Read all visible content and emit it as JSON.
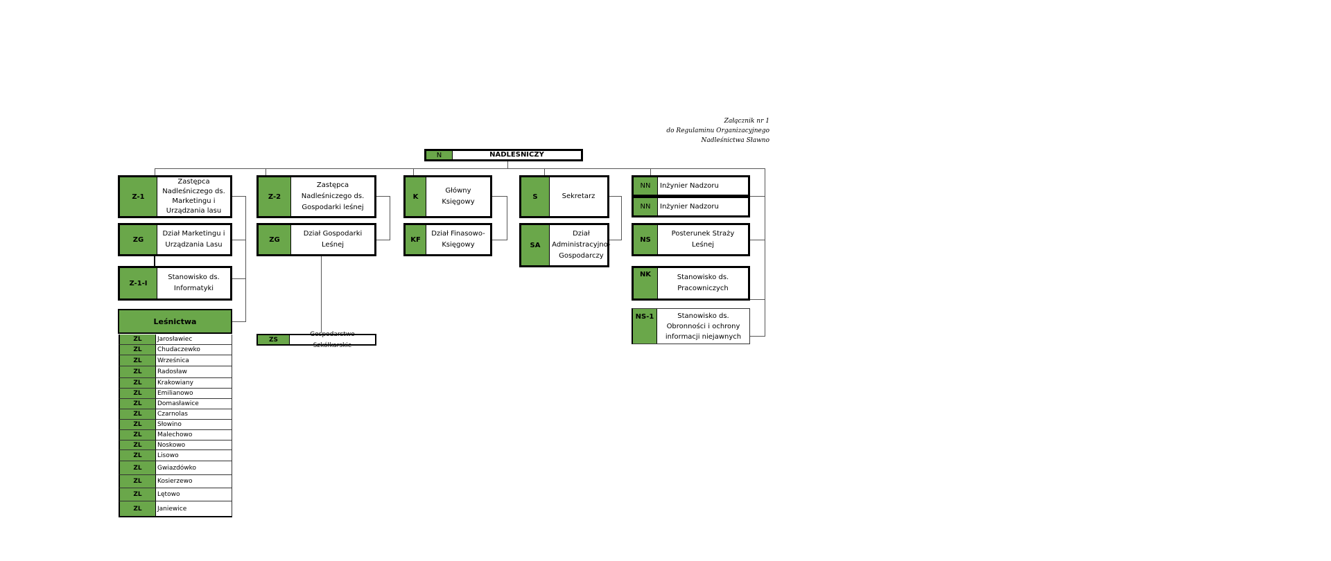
{
  "annex": {
    "line1": "Załącznik nr 1",
    "line2": "do Regulaminu Organizacyjnego",
    "line3": "Nadleśnictwa Sławno"
  },
  "head": {
    "code": "N",
    "label": "NADLEŚNICZY"
  },
  "units": [
    {
      "code": "Z-1",
      "label": "Zastępca Nadleśniczego ds. Marketingu i Urządzania lasu"
    },
    {
      "code": "ZG",
      "label": "Dział Marketingu i Urządzania Lasu"
    },
    {
      "code": "Z-1-I",
      "label": "Stanowisko ds. Informatyki"
    },
    {
      "code": "Z-2",
      "label": "Zastępca Nadleśniczego ds. Gospodarki leśnej"
    },
    {
      "code": "ZG",
      "label": "Dział Gospodarki Leśnej"
    },
    {
      "code": "ZS",
      "label": "Gospodarstwo Szkółkarskie"
    },
    {
      "code": "K",
      "label": "Główny Księgowy"
    },
    {
      "code": "KF",
      "label": "Dział Finasowo-Księgowy"
    },
    {
      "code": "S",
      "label": "Sekretarz"
    },
    {
      "code": "SA",
      "label": "Dział Administracyjno-Gospodarczy"
    },
    {
      "code": "NN",
      "label": "Inżynier Nadzoru"
    },
    {
      "code": "NN",
      "label": "Inżynier Nadzoru"
    },
    {
      "code": "NS",
      "label": "Posterunek Straży Leśnej"
    },
    {
      "code": "NK",
      "label": "Stanowisko ds. Pracowniczych"
    },
    {
      "code": "NS-1",
      "label": "Stanowisko ds. Obronności i ochrony informacji niejawnych"
    }
  ],
  "forestry": {
    "title": "Leśnictwa",
    "rows": [
      {
        "code": "ZL",
        "name": "Jarosławiec"
      },
      {
        "code": "ZL",
        "name": "Chudaczewko"
      },
      {
        "code": "ZL",
        "name": "Wrześnica"
      },
      {
        "code": "ZL",
        "name": "Radosław"
      },
      {
        "code": "ZL",
        "name": "Krakowiany"
      },
      {
        "code": "ZL",
        "name": "Emilianowo"
      },
      {
        "code": "ZL",
        "name": "Domasławice"
      },
      {
        "code": "ZL",
        "name": "Czarnolas"
      },
      {
        "code": "ZL",
        "name": "Słowino"
      },
      {
        "code": "ZL",
        "name": "Malechowo"
      },
      {
        "code": "ZL",
        "name": "Noskowo"
      },
      {
        "code": "ZL",
        "name": "Lisowo"
      },
      {
        "code": "ZL",
        "name": "Gwiazdówko"
      },
      {
        "code": "ZL",
        "name": "Kosierzewo"
      },
      {
        "code": "ZL",
        "name": "Lętowo"
      },
      {
        "code": "ZL",
        "name": "Janiewice"
      }
    ]
  }
}
